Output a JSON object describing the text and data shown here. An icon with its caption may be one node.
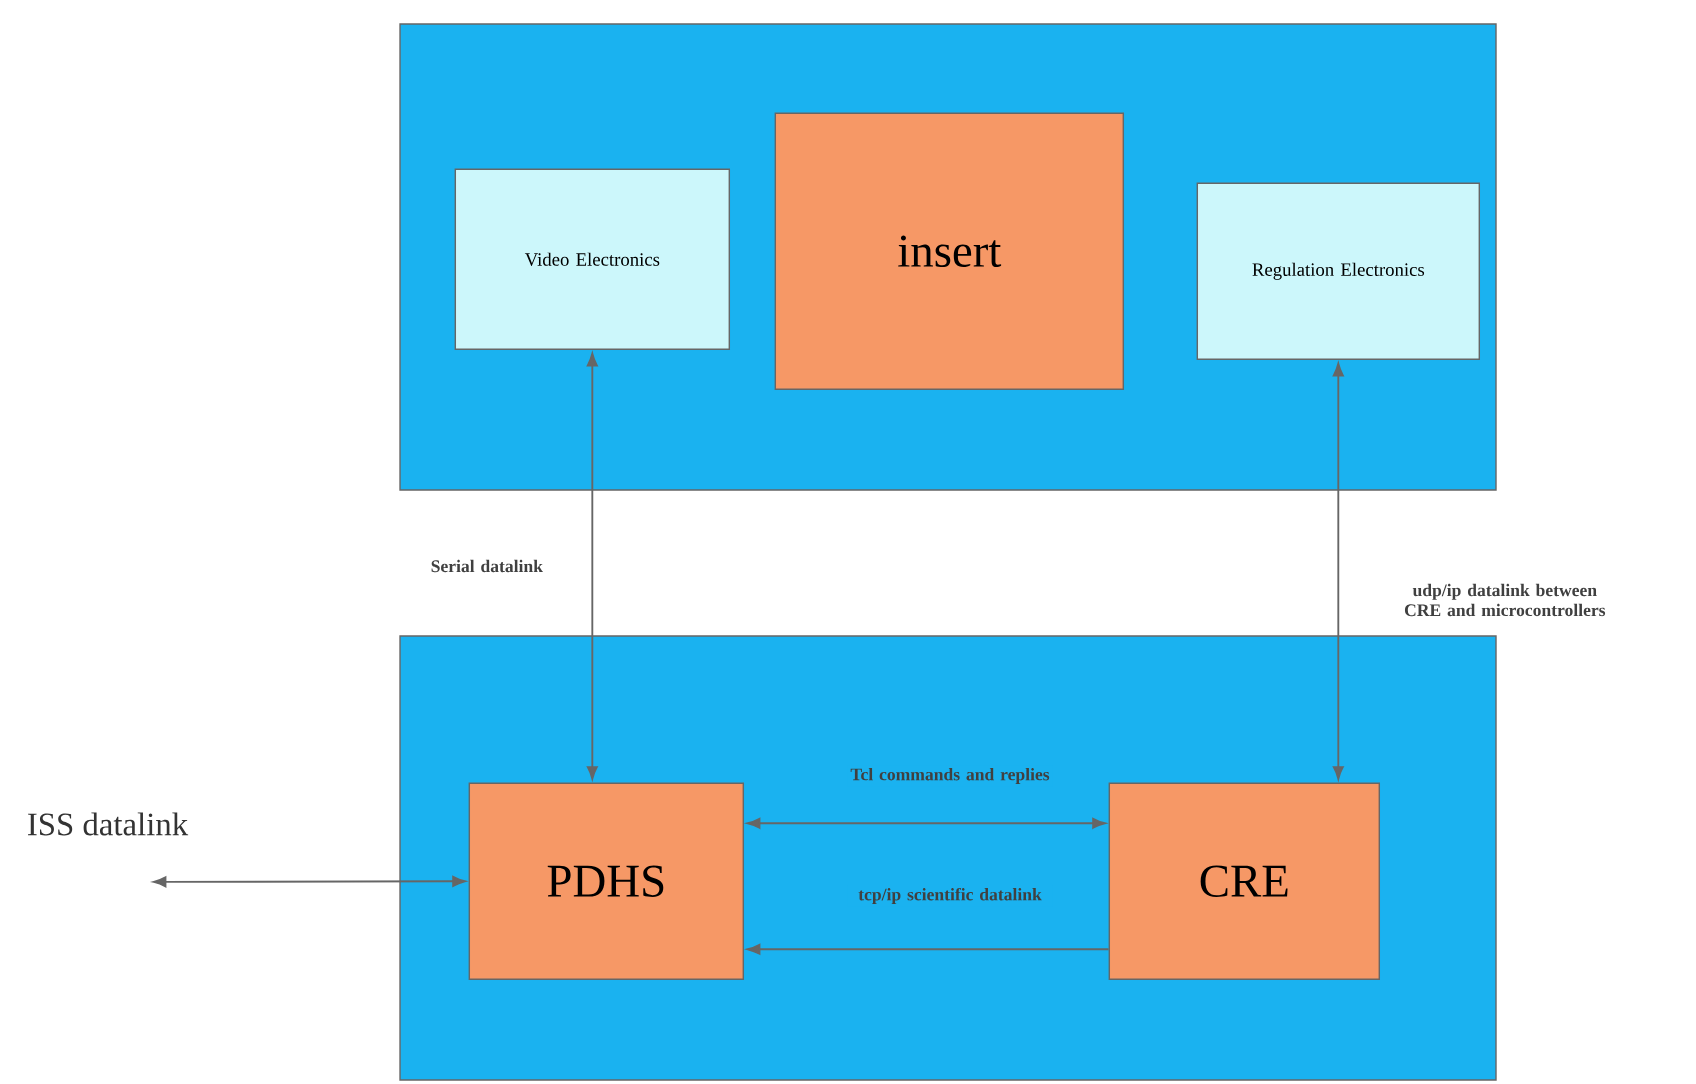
{
  "diagram": {
    "nodes": [
      {
        "text": [],
        "shape": "box"
      },
      {
        "text": [
          "Video Electronics"
        ],
        "in": 0
      },
      {
        "text": [
          "insert"
        ],
        "in": 0
      },
      {
        "text": [
          "Regulation Electronics"
        ],
        "in": 0
      },
      {
        "text": [],
        "shape": "box"
      },
      {
        "text": [
          "PDHS"
        ],
        "in": 4
      },
      {
        "text": [
          "CRE"
        ],
        "in": 4
      }
    ],
    "edges": [
      {
        "from": 1,
        "to": 5,
        "arrow": "both",
        "label": "Serial datalink"
      },
      {
        "from": 3,
        "to": 6,
        "arrow": "both",
        "label": "udp/ip datalink between CRE and microcontrollers"
      },
      {
        "from": 5,
        "to": 6,
        "arrow": "both",
        "label": "Tcl commands and replies"
      },
      {
        "from": 6,
        "to": 5,
        "arrow": "to",
        "label": "tcp/ip scientific datalink"
      },
      {
        "from": null,
        "to": 5,
        "arrow": "both"
      }
    ],
    "labels": [
      "ISS datalink"
    ]
  }
}
